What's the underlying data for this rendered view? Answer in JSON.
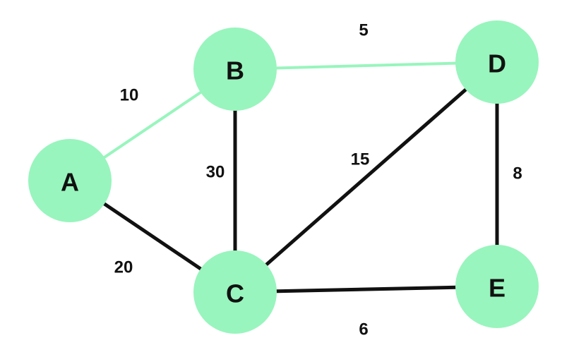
{
  "colors": {
    "node_fill": "#98f5bd",
    "edge_default": "#111111",
    "edge_highlight": "#98f5bd",
    "text": "#111111",
    "background": "#ffffff"
  },
  "graph": {
    "nodes": [
      {
        "id": "A",
        "label": "A"
      },
      {
        "id": "B",
        "label": "B"
      },
      {
        "id": "C",
        "label": "C"
      },
      {
        "id": "D",
        "label": "D"
      },
      {
        "id": "E",
        "label": "E"
      }
    ],
    "edges": [
      {
        "from": "A",
        "to": "B",
        "weight": "10",
        "highlighted": true
      },
      {
        "from": "A",
        "to": "C",
        "weight": "20",
        "highlighted": false
      },
      {
        "from": "B",
        "to": "C",
        "weight": "30",
        "highlighted": false
      },
      {
        "from": "B",
        "to": "D",
        "weight": "5",
        "highlighted": true
      },
      {
        "from": "C",
        "to": "D",
        "weight": "15",
        "highlighted": false
      },
      {
        "from": "C",
        "to": "E",
        "weight": "6",
        "highlighted": false
      },
      {
        "from": "D",
        "to": "E",
        "weight": "8",
        "highlighted": false
      }
    ]
  }
}
